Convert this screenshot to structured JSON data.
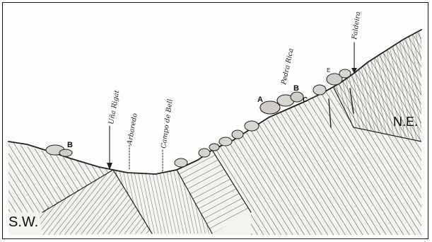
{
  "section": {
    "sw_label": "S.W.",
    "ne_label": "N.E.",
    "place_labels": [
      "Uña Rigat",
      "Arbaredo",
      "Campo de Bell",
      "Pedra Rica",
      "Faldeira"
    ],
    "block_labels": {
      "b_left": "B",
      "a_mid": "A",
      "b_mid": "B",
      "c_mid": "C",
      "e_top": "E"
    },
    "colors": {
      "ink": "#222222",
      "paper": "#fdfdfb",
      "frame": "#1a1a1a"
    }
  }
}
